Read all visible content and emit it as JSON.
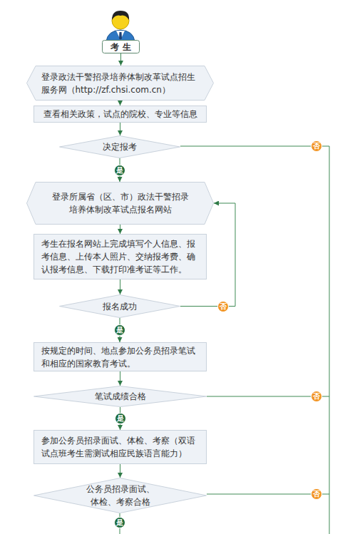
{
  "diagram": {
    "nodes": [
      {
        "text": [
          "考 生"
        ]
      },
      {
        "text": [
          "登录政法干警招录培养体制改革试点招生服务网（http://zf.chsi.com.cn）"
        ]
      },
      {
        "text": [
          "查看相关政策，试点的院校、专业等信息"
        ]
      },
      {
        "text": [
          "决定报考"
        ]
      },
      {
        "text": [
          "登录所属省（区、市）政法干警招录培养体制改革试点报名网站"
        ]
      },
      {
        "text": [
          "考生在报名网站上完成填写个人信息、报考信息、上传本人照片、交纳报考费、确认报考信息、下载打印准考证等工作。"
        ]
      },
      {
        "text": [
          "报名成功"
        ]
      },
      {
        "text": [
          "按规定的时间、地点参加公务员招录笔试和相应的国家教育考试。"
        ]
      },
      {
        "text": [
          "笔试成绩合格"
        ]
      },
      {
        "text": [
          "参加公务员招录面试、体检、考察（双语试点班考生需测试相应民族语言能力）"
        ]
      },
      {
        "text": [
          "公务员招录面试、体检、考察合格"
        ]
      }
    ],
    "edges": [
      {
        "from": 0,
        "to": 1,
        "arrow": "to"
      },
      {
        "from": 1,
        "to": 2,
        "arrow": "to"
      },
      {
        "from": 2,
        "to": 3,
        "arrow": "to"
      },
      {
        "from": 3,
        "to": 4,
        "label": "是",
        "arrow": "to"
      },
      {
        "from": 4,
        "to": 5,
        "arrow": "to"
      },
      {
        "from": 5,
        "to": 6,
        "arrow": "to"
      },
      {
        "from": 6,
        "to": 4,
        "label": "否",
        "arrow": "to"
      },
      {
        "from": 6,
        "to": 7,
        "label": "是",
        "arrow": "to"
      },
      {
        "from": 7,
        "to": 8,
        "arrow": "to"
      },
      {
        "from": 8,
        "to": 9,
        "label": "是",
        "arrow": "to"
      },
      {
        "from": 9,
        "to": 10,
        "arrow": "to"
      }
    ],
    "labels": [
      "否",
      "否",
      "否",
      "是"
    ]
  }
}
